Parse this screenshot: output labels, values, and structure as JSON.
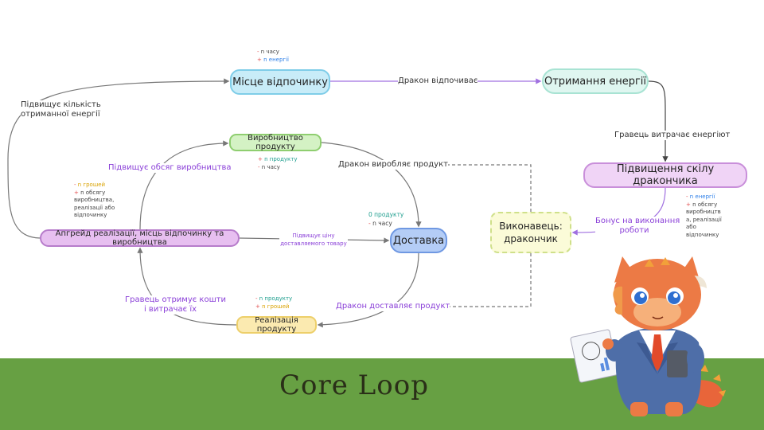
{
  "nodes": {
    "rest": "Місце відпочинку",
    "energy": "Отримання енергії",
    "skill": "Підвищення скілу дракончика",
    "production": "Виробництво продукту",
    "delivery": "Доставка",
    "sale": "Реалізація продукту",
    "upgrade": "Апгрейд реалізації, місць відпочинку та виробництва",
    "executor_line1": "Виконавець:",
    "executor_line2": "дракончик"
  },
  "edges": {
    "dragon_rests": "Дракон відпочиває",
    "player_spends": "Гравець витрачає енергіют",
    "bonus_line1": "Бонус на виконання",
    "bonus_line2": "роботи",
    "increase_energy_line1": "Підвищує кількість",
    "increase_energy_line2": "отриманної енергії",
    "increase_volume": "Підвищує обсяг виробництва",
    "dragon_produces": "Дракон виробляє продукт",
    "raise_price_line1": "Підвищує ціну",
    "raise_price_line2": "доставляемого товару",
    "dragon_delivers": "Дракон доставляє продукт",
    "player_gets_line1": "Гравець отримує кошти",
    "player_gets_line2": "і витрачає їх"
  },
  "notes": {
    "rest": {
      "l1_sign": "-",
      "l1_text": "n часу",
      "l2_sign": "+",
      "l2_text": "n енергії"
    },
    "production": {
      "l1_sign": "+",
      "l1_text": "n продукту",
      "l2_sign": "-",
      "l2_text": "n часу"
    },
    "delivery": {
      "l1": "0 продукту",
      "l2_sign": "-",
      "l2_text": "n часу"
    },
    "sale": {
      "l1_sign": "-",
      "l1_text": "n продукту",
      "l2_sign": "+",
      "l2_text": "n грошей"
    },
    "upgrade": {
      "l1_sign": "-",
      "l1_text": "n грошей",
      "l2_sign": "+",
      "l2_text": "n обсягу",
      "l3": "виробництва,",
      "l4": "реалізації або",
      "l5": "відпочинку"
    },
    "skill": {
      "l1_sign": "-",
      "l1_text": "n енергії",
      "l2_sign": "+",
      "l2_text": "n обсягу",
      "l3": "виробництв",
      "l4": "а, реалізації",
      "l5": "або",
      "l6": "відпочинку"
    }
  },
  "footer": {
    "title": "Core Loop"
  },
  "colors": {
    "footer_bg": "#67a043",
    "accent_purple": "#8a3fd8"
  },
  "illustration": {
    "icon": "dragon-businessman-icon"
  }
}
